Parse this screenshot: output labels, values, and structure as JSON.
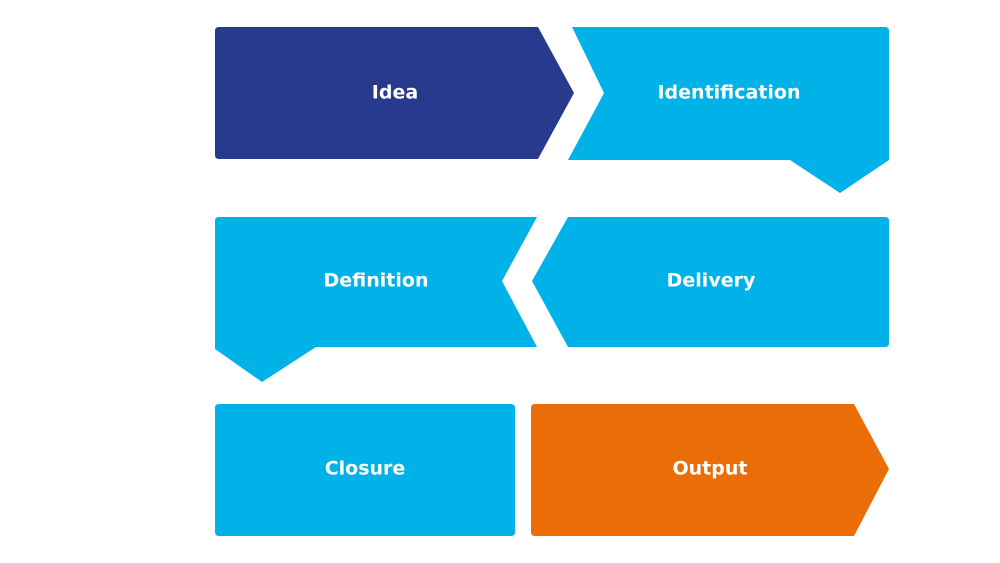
{
  "steps": [
    {
      "id": "idea",
      "label": "Idea",
      "color": "#283a8e"
    },
    {
      "id": "identification",
      "label": "Identification",
      "color": "#00b2e8"
    },
    {
      "id": "definition",
      "label": "Definition",
      "color": "#00b2e8"
    },
    {
      "id": "delivery",
      "label": "Delivery",
      "color": "#00b2e8"
    },
    {
      "id": "closure",
      "label": "Closure",
      "color": "#00b2e8"
    },
    {
      "id": "output",
      "label": "Output",
      "color": "#eb6d08"
    }
  ]
}
